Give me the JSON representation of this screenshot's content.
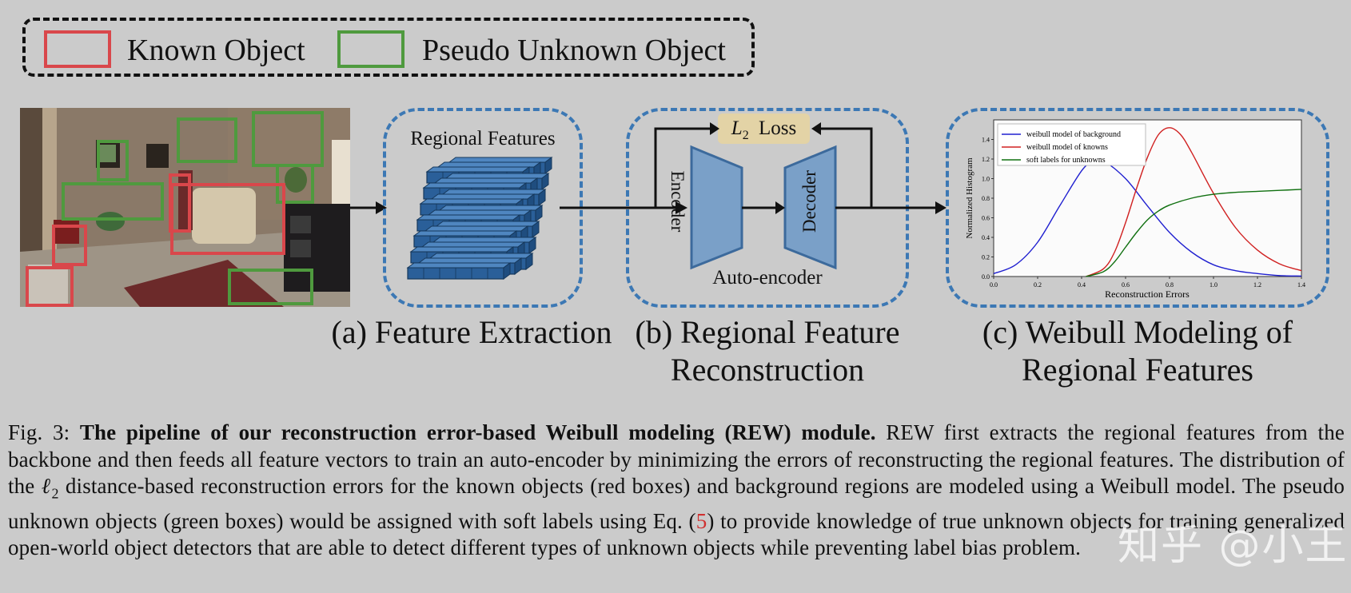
{
  "legend": {
    "known_label": "Known Object",
    "unknown_label": "Pseudo Unknown Object",
    "known_color": "#d9474b",
    "unknown_color": "#4f9a3e"
  },
  "panel_a": {
    "title": "Regional Features",
    "caption": "(a)  Feature Extraction"
  },
  "panel_b": {
    "loss_label": "L",
    "loss_sub": "2",
    "loss_word": "Loss",
    "encoder_label": "Encoder",
    "decoder_label": "Decoder",
    "autoencoder_label": "Auto-encoder",
    "caption_line1": "(b) Regional Feature",
    "caption_line2": "Reconstruction"
  },
  "panel_c": {
    "caption_line1": "(c) Weibull Modeling of",
    "caption_line2": "Regional Features"
  },
  "chart_data": {
    "type": "line",
    "xlabel": "Reconstruction Errors",
    "ylabel": "Normalized Histogram",
    "xlim": [
      0.0,
      1.4
    ],
    "ylim": [
      0.0,
      1.6
    ],
    "xticks": [
      "0.0",
      "0.2",
      "0.4",
      "0.6",
      "0.8",
      "1.0",
      "1.2",
      "1.4"
    ],
    "yticks": [
      "0.0",
      "0.2",
      "0.4",
      "0.6",
      "0.8",
      "1.0",
      "1.2",
      "1.4"
    ],
    "legend_position": "top-left",
    "series": [
      {
        "name": "weibull model of background",
        "color": "#2020d0",
        "x": [
          0.0,
          0.1,
          0.2,
          0.3,
          0.4,
          0.45,
          0.5,
          0.6,
          0.7,
          0.8,
          0.9,
          1.0,
          1.1,
          1.2,
          1.3,
          1.4
        ],
        "y": [
          0.03,
          0.12,
          0.35,
          0.72,
          1.08,
          1.17,
          1.18,
          1.0,
          0.72,
          0.45,
          0.25,
          0.12,
          0.06,
          0.03,
          0.01,
          0.005
        ]
      },
      {
        "name": "weibull model of knowns",
        "color": "#d02020",
        "x": [
          0.42,
          0.5,
          0.55,
          0.6,
          0.65,
          0.7,
          0.75,
          0.8,
          0.85,
          0.9,
          1.0,
          1.1,
          1.2,
          1.3,
          1.4
        ],
        "y": [
          0.0,
          0.08,
          0.25,
          0.55,
          0.9,
          1.22,
          1.45,
          1.52,
          1.45,
          1.27,
          0.85,
          0.5,
          0.27,
          0.13,
          0.06
        ]
      },
      {
        "name": "soft labels for unknowns",
        "color": "#107010",
        "x": [
          0.42,
          0.5,
          0.55,
          0.6,
          0.65,
          0.7,
          0.75,
          0.8,
          0.9,
          1.0,
          1.1,
          1.2,
          1.3,
          1.4
        ],
        "y": [
          0.0,
          0.05,
          0.15,
          0.3,
          0.45,
          0.58,
          0.67,
          0.73,
          0.8,
          0.84,
          0.86,
          0.87,
          0.88,
          0.89
        ]
      }
    ]
  },
  "caption": {
    "prefix": "Fig. 3: ",
    "bold": "The pipeline of our reconstruction error-based Weibull modeling (REW) module.",
    "text1": " REW first extracts the regional features from the backbone and then feeds all feature vectors to train an auto-encoder by minimizing the errors of reconstructing the regional features. The distribution of the ",
    "ell": "ℓ",
    "ell_sub": "2",
    "text2": " distance-based reconstruction errors for the known objects (red boxes) and background regions are modeled using a Weibull model. The pseudo unknown objects (green boxes) would be assigned with soft labels using Eq. (",
    "ref": "5",
    "text3": ") to provide knowledge of true unknown objects for training generalized open-world object detectors that are able to detect different types of unknown objects while preventing label bias problem."
  },
  "watermark": "知乎 @小王"
}
